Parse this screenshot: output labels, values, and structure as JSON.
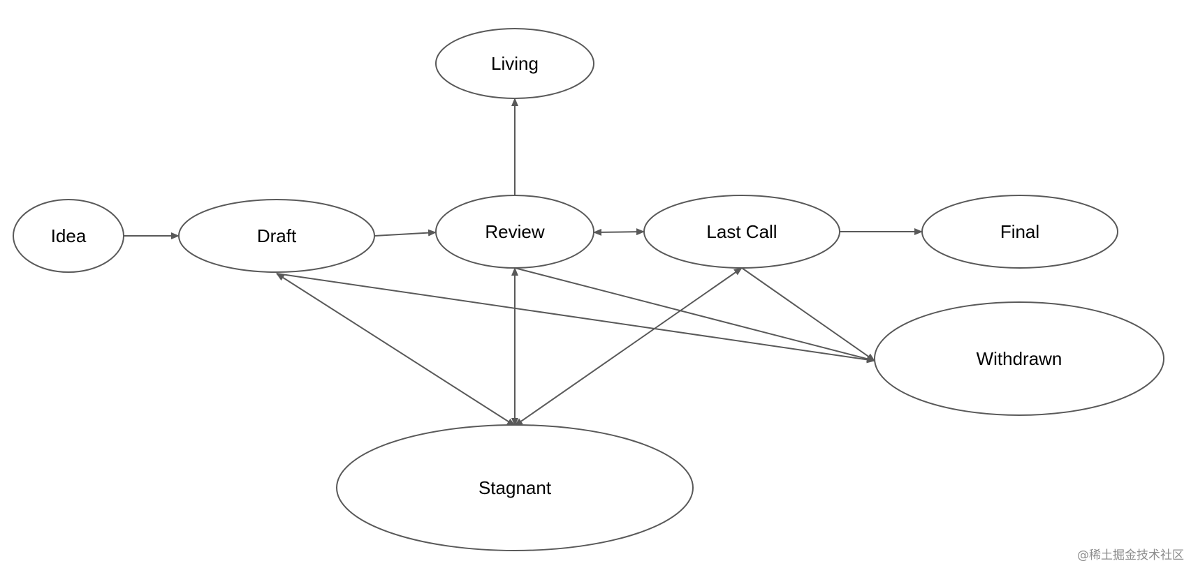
{
  "nodes": [
    {
      "id": "idea",
      "label": "Idea"
    },
    {
      "id": "draft",
      "label": "Draft"
    },
    {
      "id": "review",
      "label": "Review"
    },
    {
      "id": "living",
      "label": "Living"
    },
    {
      "id": "last_call",
      "label": "Last Call"
    },
    {
      "id": "final",
      "label": "Final"
    },
    {
      "id": "withdrawn",
      "label": "Withdrawn"
    },
    {
      "id": "stagnant",
      "label": "Stagnant"
    }
  ],
  "edges": [
    {
      "from": "idea",
      "to": "draft",
      "bidirectional": false
    },
    {
      "from": "draft",
      "to": "review",
      "bidirectional": false
    },
    {
      "from": "review",
      "to": "living",
      "bidirectional": false
    },
    {
      "from": "review",
      "to": "last_call",
      "bidirectional": true
    },
    {
      "from": "last_call",
      "to": "final",
      "bidirectional": false
    },
    {
      "from": "draft",
      "to": "withdrawn",
      "bidirectional": false
    },
    {
      "from": "review",
      "to": "withdrawn",
      "bidirectional": false
    },
    {
      "from": "last_call",
      "to": "withdrawn",
      "bidirectional": false
    },
    {
      "from": "draft",
      "to": "stagnant",
      "bidirectional": true
    },
    {
      "from": "review",
      "to": "stagnant",
      "bidirectional": true
    },
    {
      "from": "last_call",
      "to": "stagnant",
      "bidirectional": true
    }
  ],
  "colors": {
    "stroke": "#595959",
    "fill": "#ffffff",
    "text": "#000000"
  },
  "watermark": "@稀土掘金技术社区"
}
